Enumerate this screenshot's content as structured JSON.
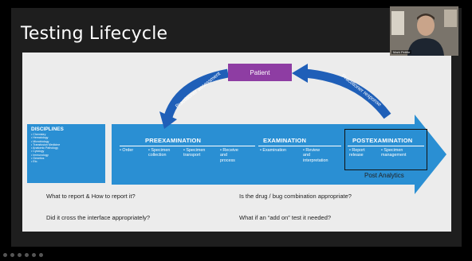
{
  "slide": {
    "title": "Testing Lifecycle"
  },
  "patient": "Patient",
  "curves": {
    "left": "Practitioner assessment",
    "right": "Practitioner response"
  },
  "disciplines": {
    "title": "DISCIPLINES",
    "items": [
      "• Chemistry",
      "• Hematology",
      "• Microbiology",
      "• Transfusion Medicine",
      "• Anatomic Pathology",
      "• Cytology",
      "• Immunology",
      "• Genetics",
      "• Etc."
    ]
  },
  "phases": {
    "pre": {
      "title": "PREEXAMINATION",
      "steps": [
        "• Order",
        "• Specimen\ncollection",
        "• Specimen\ntransport",
        "• Receive\nand\nprocess"
      ]
    },
    "exam": {
      "title": "EXAMINATION",
      "steps": [
        "• Examination",
        "• Review\nand\ninterpretation"
      ]
    },
    "post": {
      "title": "POSTEXAMINATION",
      "steps": [
        "• Report\nrelease",
        "• Specimen\nmanagement"
      ]
    }
  },
  "post_analytics": "Post Analytics",
  "questions": {
    "q1": "What to report & How to report it?",
    "q2": "Is the drug / bug combination appropriate?",
    "q3": "Did it cross the interface appropriately?",
    "q4": "What if an “add on” test it needed?"
  },
  "presenter": {
    "name": "Mark Pettite"
  },
  "colors": {
    "arrow": "#2a8fd3",
    "patient": "#8e3da3",
    "curve_arrow": "#1f5fb8"
  }
}
